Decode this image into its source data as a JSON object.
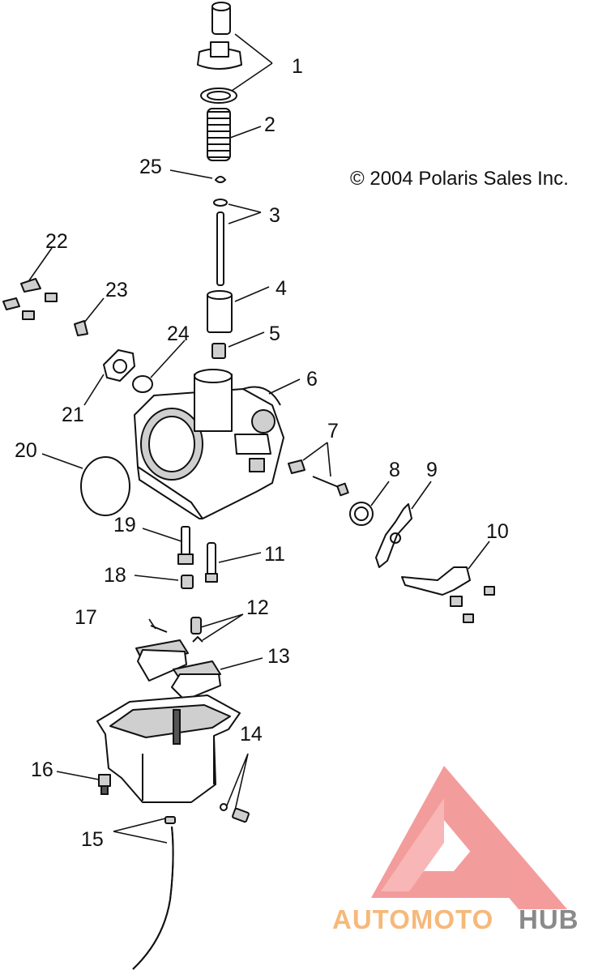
{
  "copyright": "© 2004 Polaris Sales Inc.",
  "callouts": [
    "1",
    "2",
    "3",
    "4",
    "5",
    "6",
    "7",
    "8",
    "9",
    "10",
    "11",
    "12",
    "13",
    "14",
    "15",
    "16",
    "17",
    "18",
    "19",
    "20",
    "21",
    "22",
    "23",
    "24",
    "25"
  ],
  "watermark": {
    "word_a": "AUTOMOTO",
    "word_b": "HUB",
    "colors": {
      "triangle": "#f28b8b",
      "word_a": "#f6b97a",
      "word_b": "#8a8a8a"
    }
  }
}
